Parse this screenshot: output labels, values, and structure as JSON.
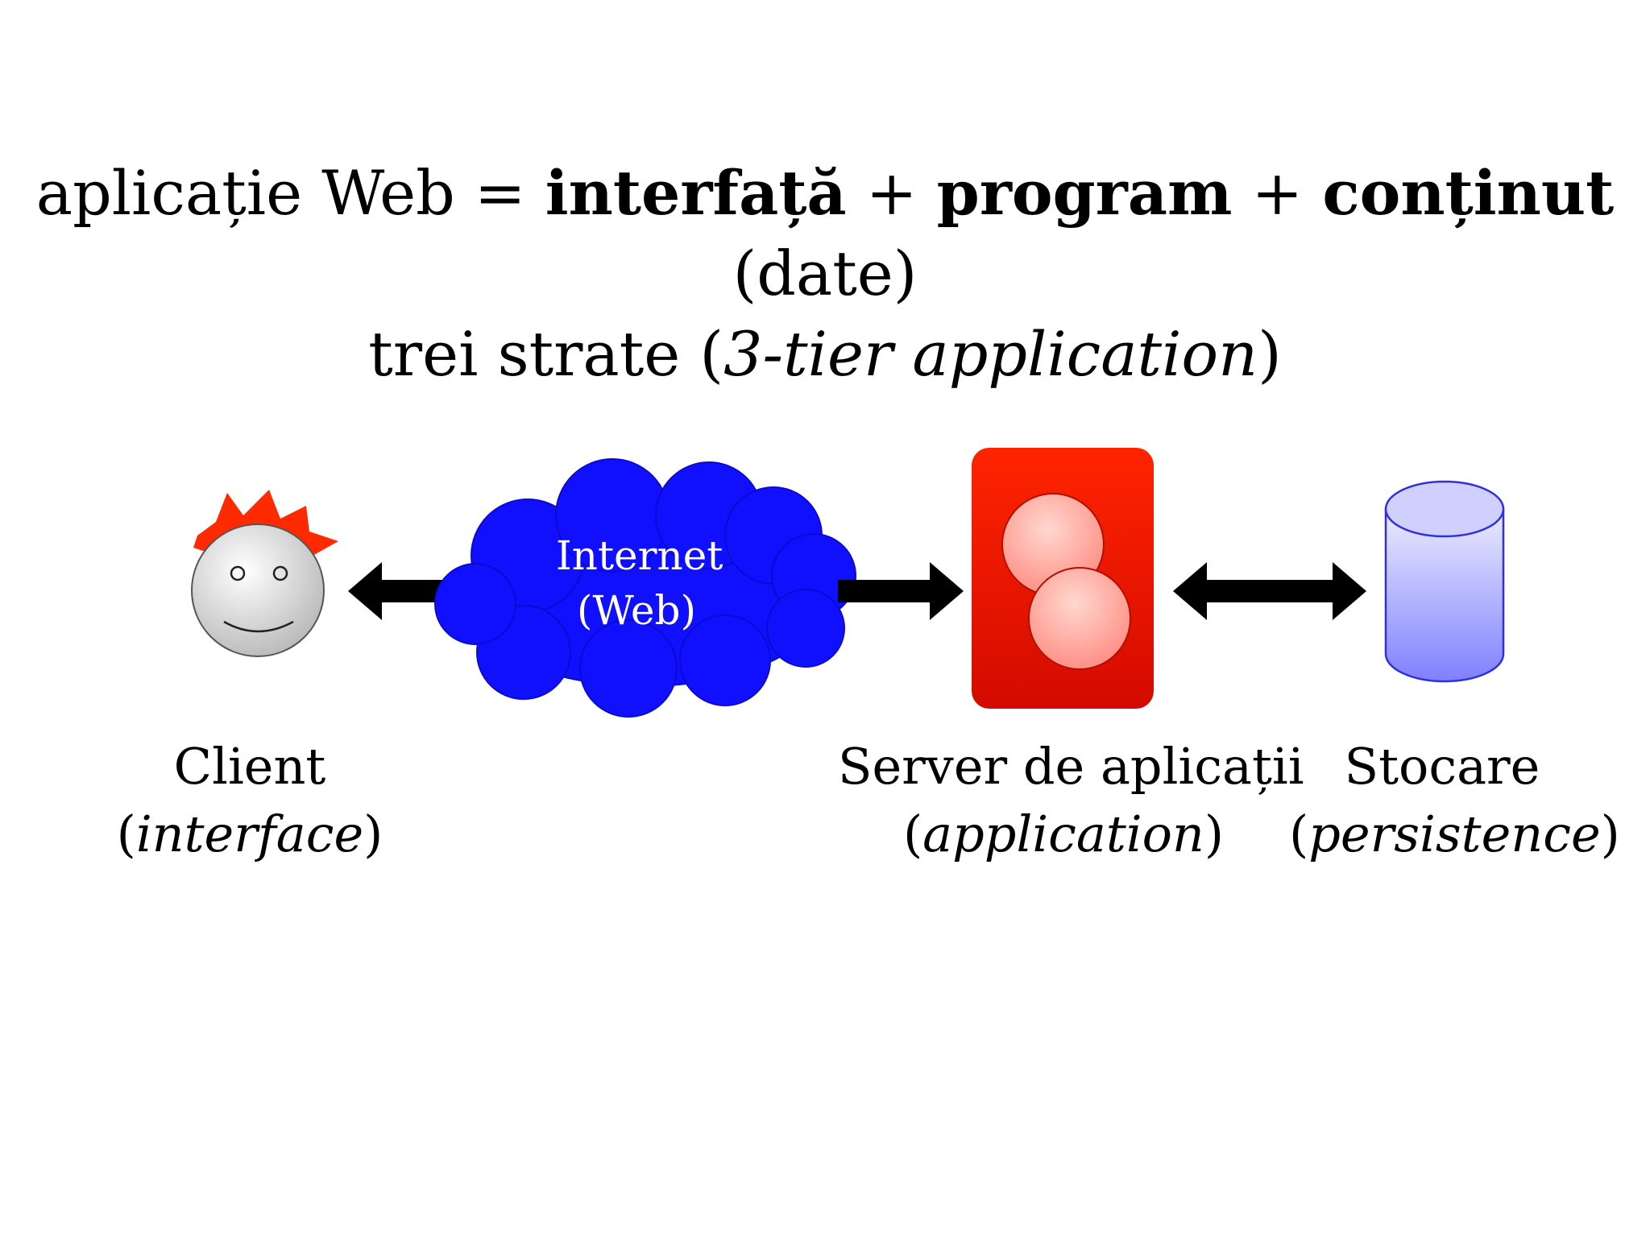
{
  "title": {
    "line1": {
      "lead": "aplicație Web = ",
      "term1": "interfață",
      "plus1": " + ",
      "term2": "program",
      "plus2": " + ",
      "term3": "conținut",
      "tail": " (date)"
    },
    "line2": {
      "lead": "trei strate (",
      "italic": "3-tier application",
      "tail": ")"
    }
  },
  "nodes": {
    "client": {
      "name": "Client",
      "role": "interface",
      "icon": "smiley-face-icon"
    },
    "internet": {
      "line1": "Internet",
      "line2": "(Web)",
      "icon": "cloud-icon"
    },
    "server": {
      "name": "Server de aplicații",
      "role": "application",
      "icon": "application-server-icon"
    },
    "storage": {
      "name": "Stocare",
      "role": "persistence",
      "icon": "database-cylinder-icon"
    }
  },
  "colors": {
    "cloud": "#1010ff",
    "server": "#e01000",
    "storage": "#b0b0ff",
    "hair": "#ff2a00",
    "arrow": "#000000"
  }
}
